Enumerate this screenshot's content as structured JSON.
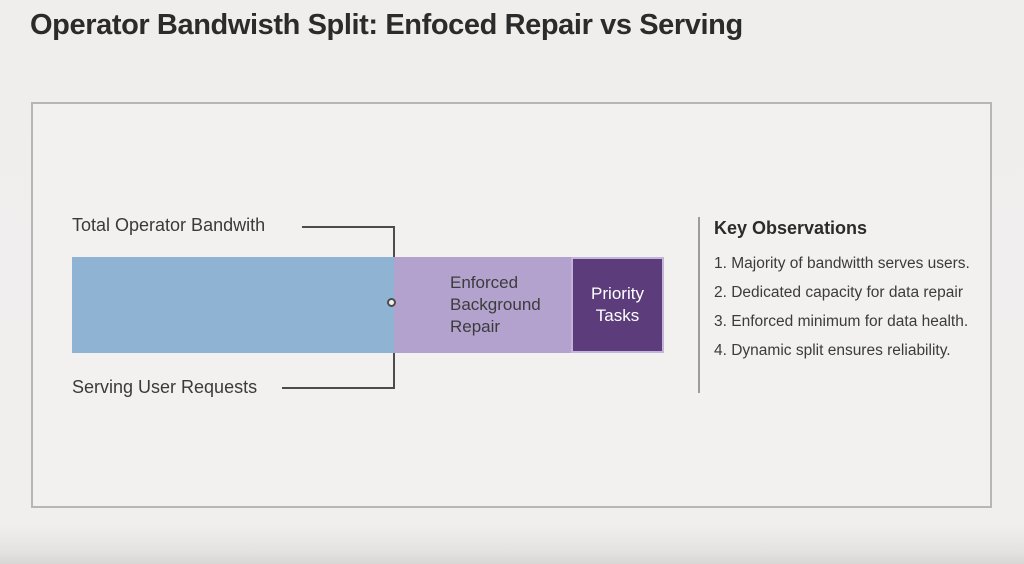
{
  "title": "Operator Bandwisth Split: Enfoced Repair vs Serving",
  "diagram": {
    "top_label": "Total Operator Bandwith",
    "bottom_label": "Serving User Requests",
    "segments": [
      {
        "id": "serving-user-requests",
        "label": "",
        "color": "#8fb4d3",
        "share_pct": 54.4
      },
      {
        "id": "enforced-background-repair",
        "label": "Enforced Background Repair",
        "color": "#b2a2cd",
        "share_pct": 29.9
      },
      {
        "id": "priority-tasks",
        "label": "Priority Tasks",
        "color": "#5d3c7b",
        "share_pct": 15.7
      }
    ],
    "line_color": "#4c4c4c"
  },
  "observations": {
    "heading": "Key Observations",
    "items": [
      "1. Majority of bandwitth serves users.",
      "2. Dedicated capacity for data repair",
      "3. Enforced minimum for data health.",
      "4. Dynamic split ensures reliability."
    ]
  }
}
